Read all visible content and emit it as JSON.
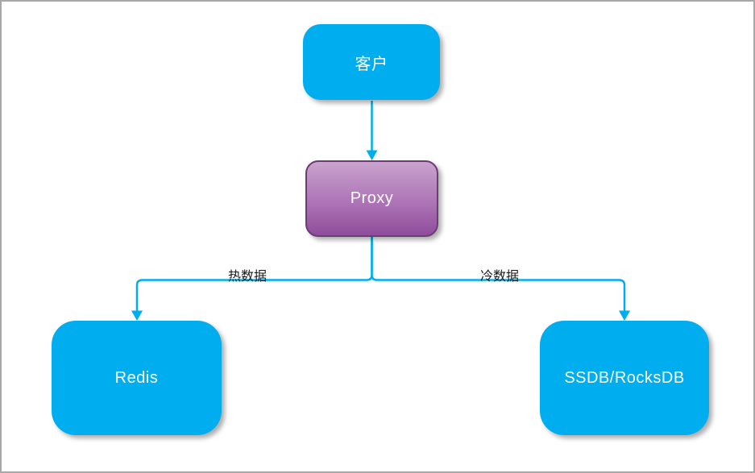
{
  "diagram": {
    "nodes": {
      "client": {
        "label": "客户"
      },
      "proxy": {
        "label": "Proxy"
      },
      "redis": {
        "label": "Redis"
      },
      "ssdb": {
        "label": "SSDB/RocksDB"
      }
    },
    "edges": {
      "hot_label": "热数据",
      "cold_label": "冷数据"
    },
    "colors": {
      "node_fill": "#00AEEF",
      "connector": "#00AEEF",
      "proxy_fill_top": "#C9A3CD",
      "proxy_fill_bottom": "#8E4D9B",
      "proxy_border": "#6E3A78",
      "page_border": "#A8A8A8",
      "node_text": "#FFFFFF",
      "edge_label_text": "#1A1A1A"
    }
  }
}
